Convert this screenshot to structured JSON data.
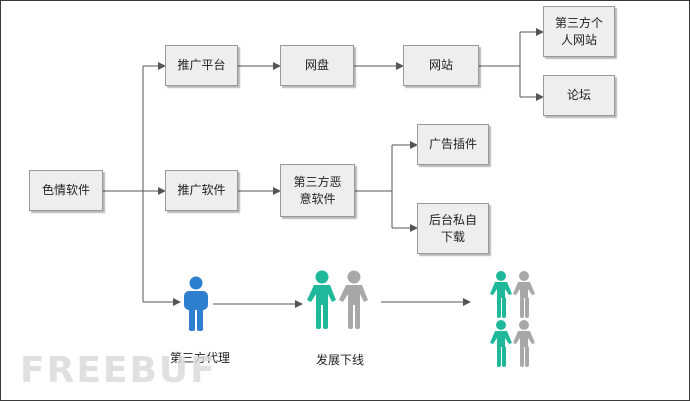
{
  "nodes": {
    "porn_software": "色情软件",
    "promo_platform": "推广平台",
    "netdisk": "网盘",
    "website": "网站",
    "personal_site": [
      "第三方个",
      "人网站"
    ],
    "forum": "论坛",
    "promo_software": "推广软件",
    "malware": [
      "第三方恶",
      "意软件"
    ],
    "ad_plugin": "广告插件",
    "backdoor_download": [
      "后台私自",
      "下载"
    ]
  },
  "captions": {
    "third_party_agent": "第三方代理",
    "recruit_downline": "发展下线"
  },
  "watermark": "FREEBUF",
  "colors": {
    "node_fill": "#eeeeee",
    "node_border": "#9a9a9a",
    "line": "#555555",
    "person_blue": "#2f7fd0",
    "person_teal": "#1fb89a",
    "person_gray": "#a8a8a8"
  }
}
